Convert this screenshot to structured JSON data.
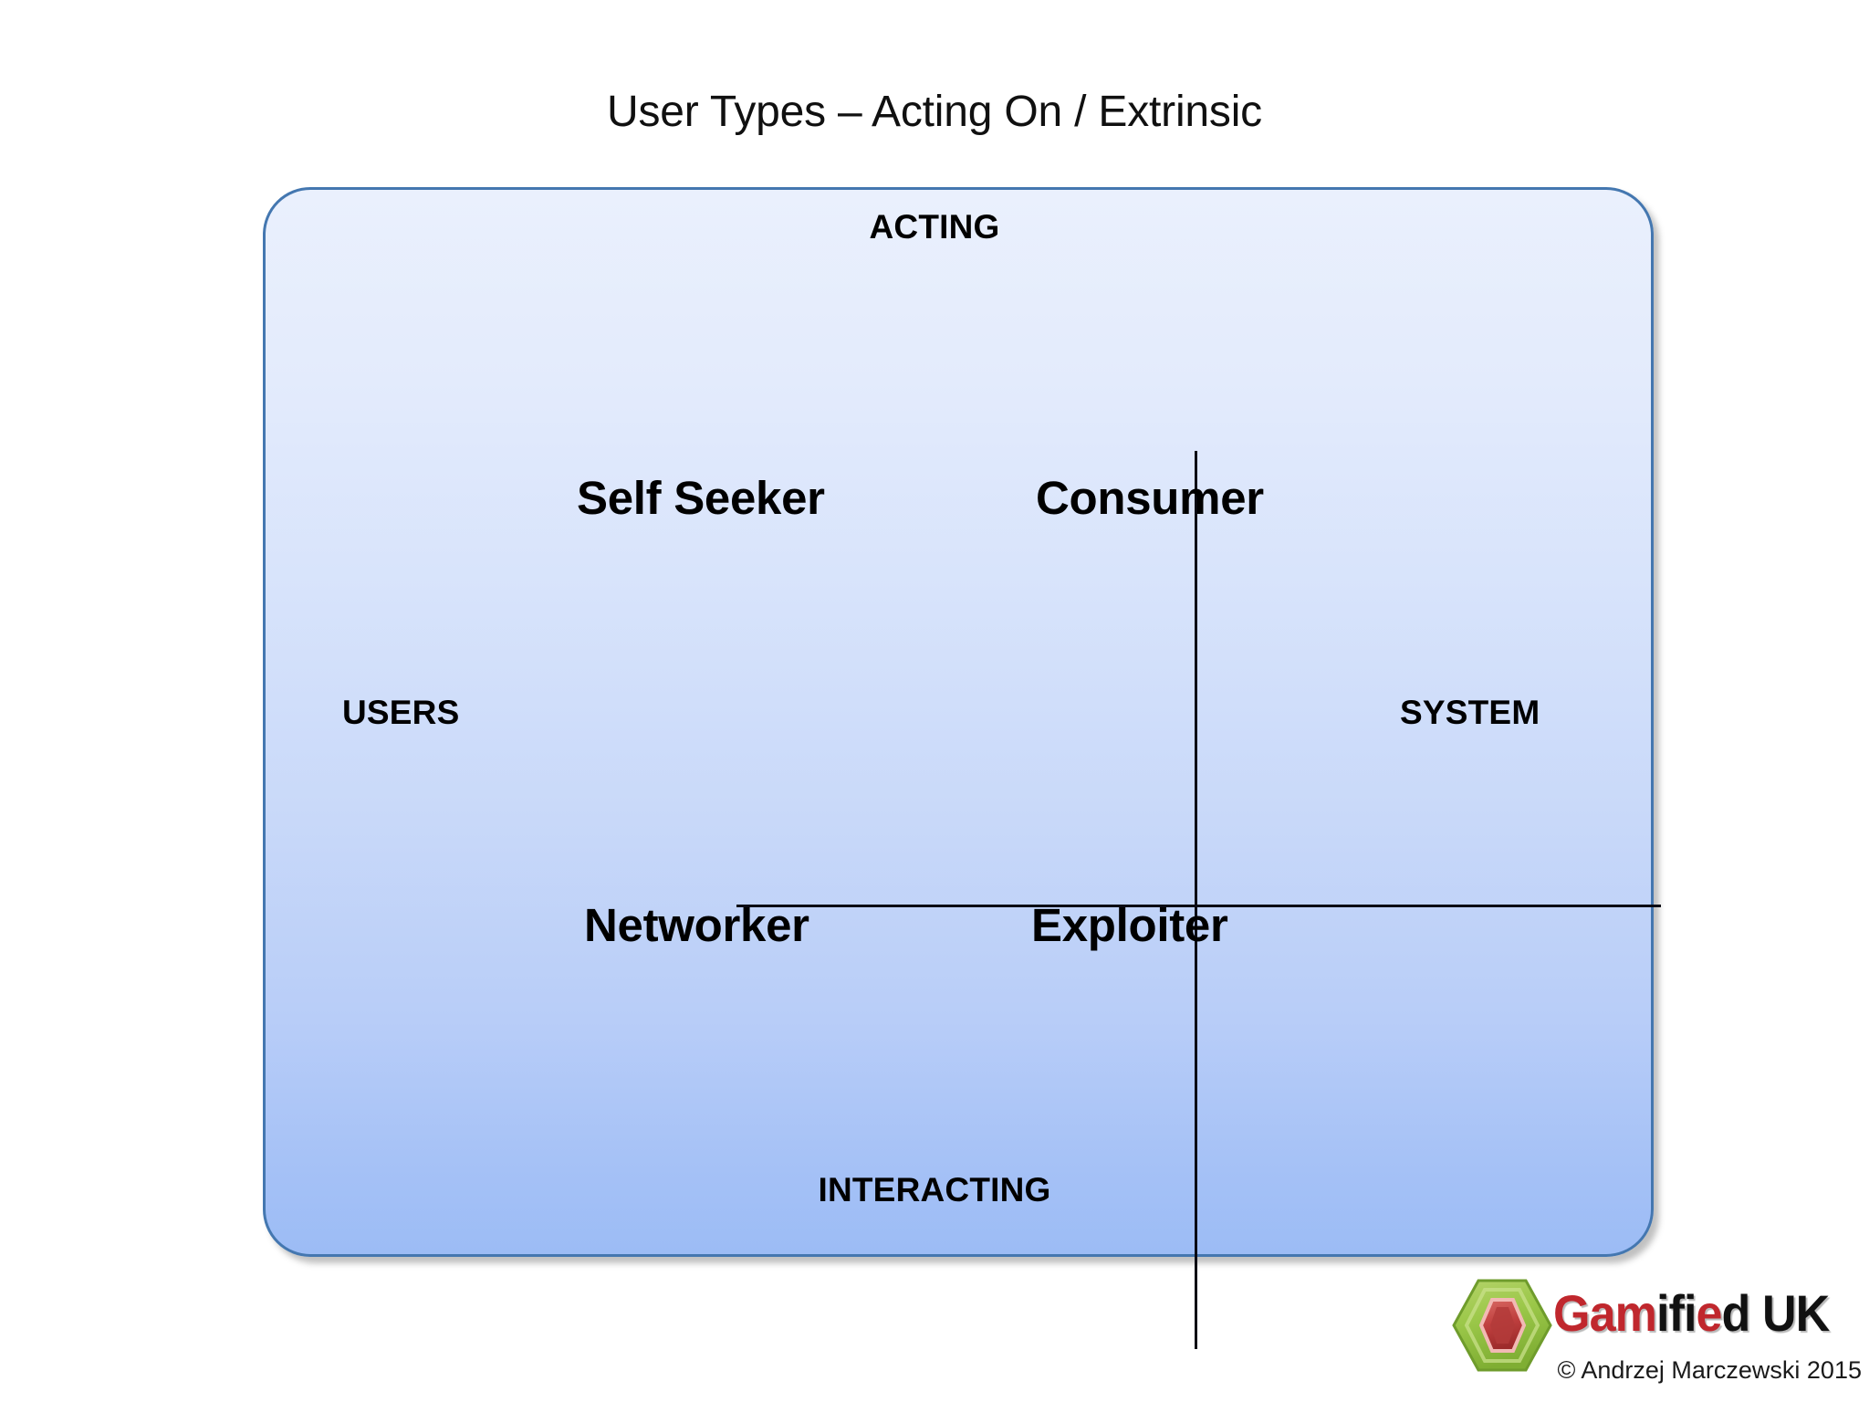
{
  "title": "User Types – Acting On / Extrinsic",
  "diagram": {
    "type": "2x2-quadrant-matrix",
    "axes": {
      "vertical": {
        "top_label": "ACTING",
        "bottom_label": "INTERACTING"
      },
      "horizontal": {
        "left_label": "USERS",
        "right_label": "SYSTEM"
      }
    },
    "quadrants": [
      {
        "id": "top-left",
        "label": "Self Seeker",
        "vertical": "ACTING",
        "horizontal": "USERS"
      },
      {
        "id": "top-right",
        "label": "Consumer",
        "vertical": "ACTING",
        "horizontal": "SYSTEM"
      },
      {
        "id": "bottom-left",
        "label": "Networker",
        "vertical": "INTERACTING",
        "horizontal": "USERS"
      },
      {
        "id": "bottom-right",
        "label": "Exploiter",
        "vertical": "INTERACTING",
        "horizontal": "SYSTEM"
      }
    ]
  },
  "footer": {
    "logo": {
      "icon": "hexagon-gem-icon",
      "wordmark_parts": [
        {
          "text": "Gam",
          "color": "#c0272d"
        },
        {
          "text": "ifi",
          "color": "#111111"
        },
        {
          "text": "e",
          "color": "#c0272d"
        },
        {
          "text": "d UK",
          "color": "#111111"
        }
      ],
      "full_text": "Gamified UK"
    },
    "copyright": "© Andrzej Marczewski 2015"
  },
  "colors": {
    "panel_border": "#4477b0",
    "panel_gradient_top": "#eaf0fd",
    "panel_gradient_bottom": "#9cbcf5",
    "axis_line": "#0a0a14",
    "text": "#000000",
    "logo_red": "#c0272d",
    "logo_black": "#111111",
    "logo_hex_outer": "#8fbf3f",
    "logo_hex_inner": "#c0403f"
  }
}
